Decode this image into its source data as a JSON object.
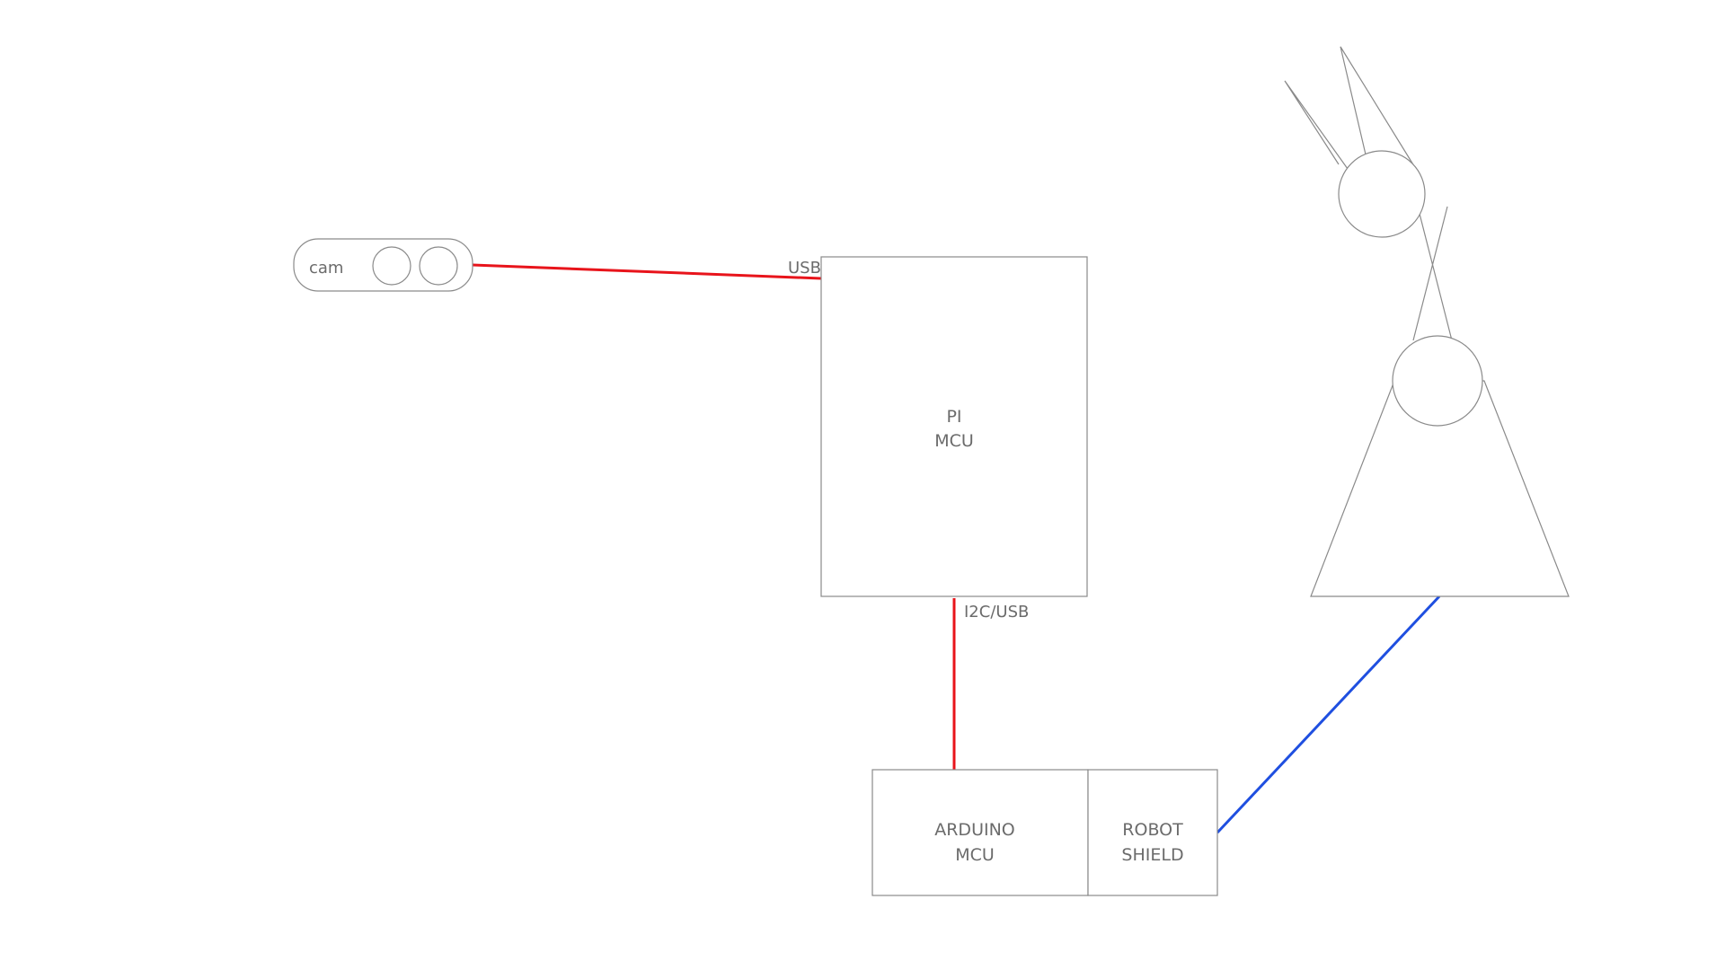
{
  "nodes": {
    "camera": {
      "label": "cam"
    },
    "pi": {
      "line1": "PI",
      "line2": "MCU"
    },
    "arduino": {
      "line1": "ARDUINO",
      "line2": "MCU"
    },
    "shield": {
      "line1": "ROBOT",
      "line2": "SHIELD"
    }
  },
  "connections": {
    "cam_to_pi": {
      "label": "USB",
      "color": "#e8141b"
    },
    "pi_to_arduino": {
      "label": "I2C/USB",
      "color": "#e8141b"
    },
    "shield_to_arm": {
      "label": "",
      "color": "#1f4fe0"
    }
  },
  "colors": {
    "outline": "#8a8a8a",
    "text": "#6b6b6b",
    "background": "#ffffff"
  }
}
